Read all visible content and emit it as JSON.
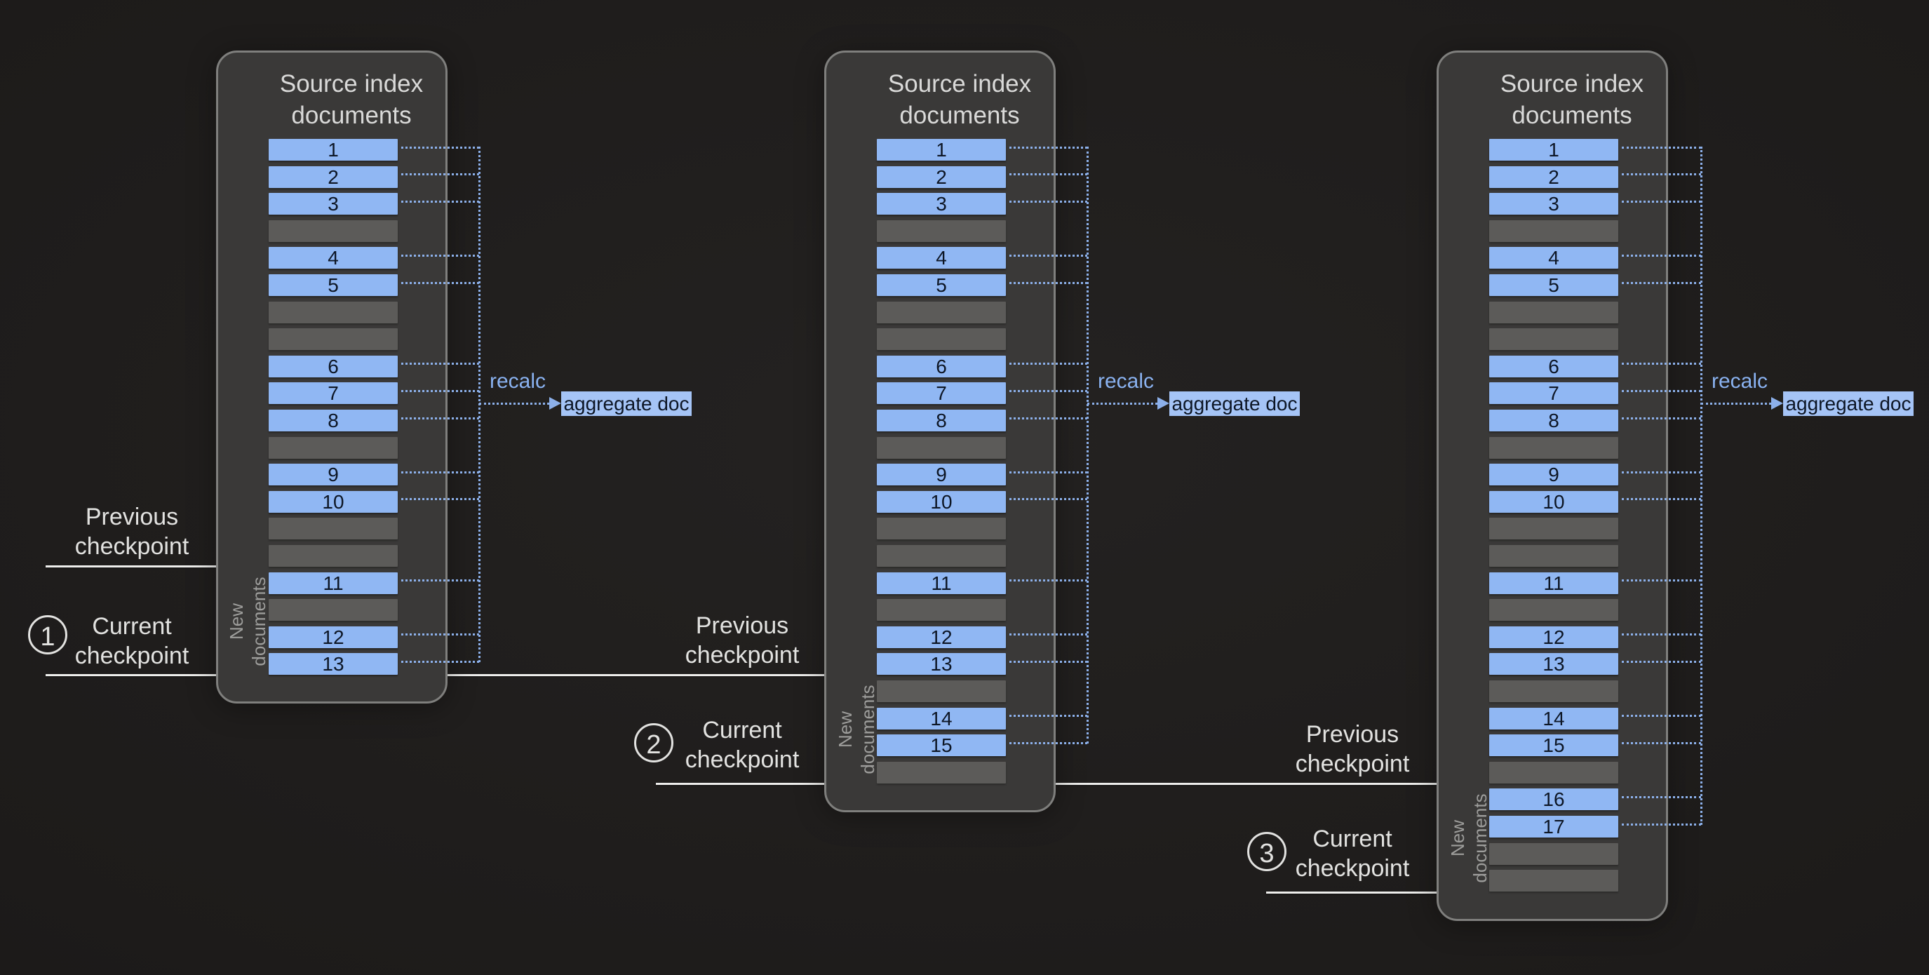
{
  "diagram": {
    "panel_title": "Source index documents",
    "recalc_label": "recalc",
    "aggregate_label": "aggregate doc",
    "new_documents_label": "New documents",
    "previous_checkpoint_label": "Previous checkpoint",
    "current_checkpoint_label": "Current checkpoint",
    "panels": [
      {
        "number": "1",
        "slots": [
          "1",
          "2",
          "3",
          null,
          "4",
          "5",
          null,
          null,
          "6",
          "7",
          "8",
          null,
          "9",
          "10",
          null,
          null,
          "11",
          null,
          "12",
          "13"
        ]
      },
      {
        "number": "2",
        "slots": [
          "1",
          "2",
          "3",
          null,
          "4",
          "5",
          null,
          null,
          "6",
          "7",
          "8",
          null,
          "9",
          "10",
          null,
          null,
          "11",
          null,
          "12",
          "13",
          null,
          "14",
          "15",
          null
        ]
      },
      {
        "number": "3",
        "slots": [
          "1",
          "2",
          "3",
          null,
          "4",
          "5",
          null,
          null,
          "6",
          "7",
          "8",
          null,
          "9",
          "10",
          null,
          null,
          "11",
          null,
          "12",
          "13",
          null,
          "14",
          "15",
          null,
          "16",
          "17",
          null,
          null
        ]
      }
    ]
  },
  "colors": {
    "background": "#1d1b1a",
    "panel_fill": "#3a3938",
    "panel_border": "#7f7f7d",
    "document_blue": "#90b7f3",
    "placeholder_gray": "#5c5b59",
    "document_text": "#0d1625",
    "connector_blue": "#8cb0ea",
    "aggregate_badge_blue": "#a5c4f6",
    "recalc_text_blue": "#8ab2f0",
    "checkpoint_line_white": "#eeeeec",
    "label_text": "#e2e2e0",
    "new_documents_text": "#9d9d9b"
  }
}
